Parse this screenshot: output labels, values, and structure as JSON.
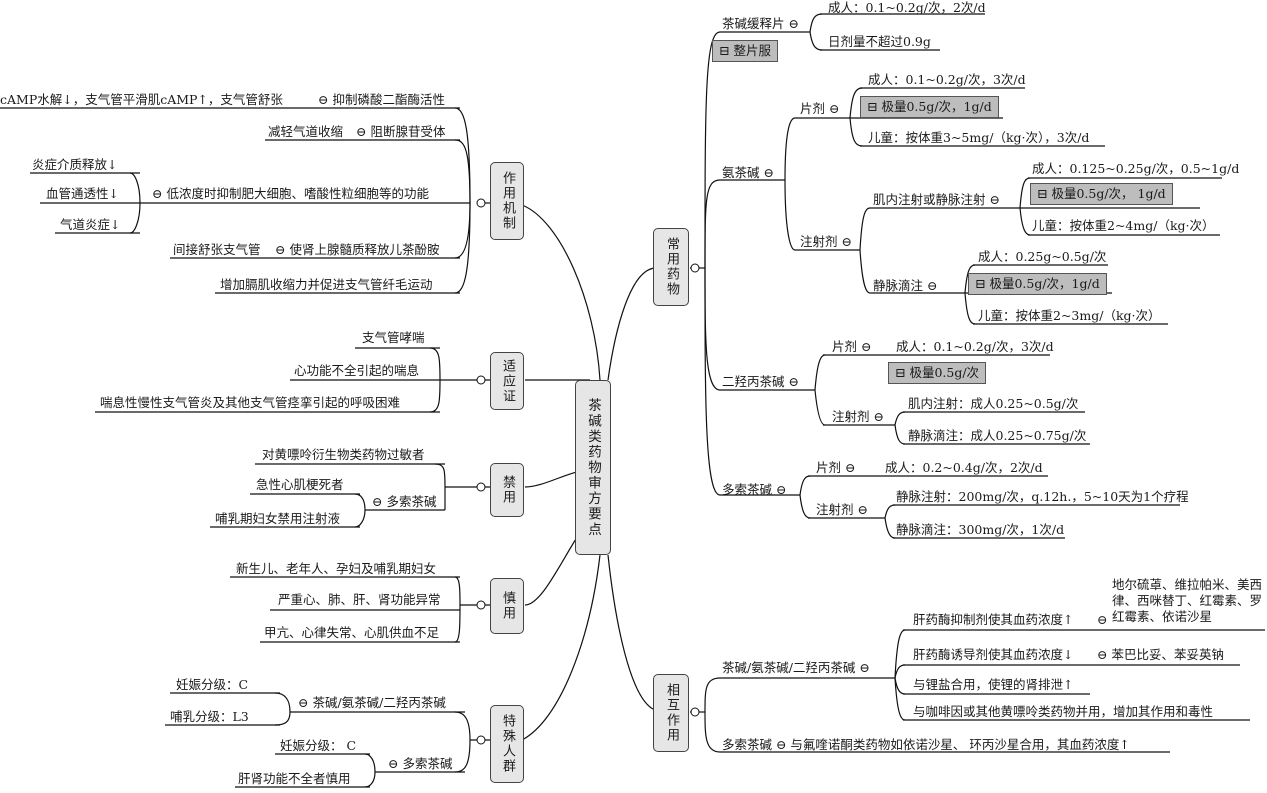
{
  "center": "茶碱类药物审方要点",
  "cats": {
    "mech": "作用机制",
    "ind": "适应证",
    "contra": "禁用",
    "caution": "慎用",
    "special": "特殊人群",
    "drugs": "常用药物",
    "inter": "相互作用"
  },
  "mech": {
    "a1": "cAMP水解↓，支气管平滑肌cAMP↑，支气管舒张",
    "a": "⊖ 抑制磷酸二酯酶活性",
    "b1": "减轻气道收缩",
    "b": "⊖ 阻断腺苷受体",
    "c": "⊖ 低浓度时抑制肥大细胞、嗜酸性粒细胞等的功能",
    "c1": "炎症介质释放↓",
    "c2": "血管通透性↓",
    "c3": "气道炎症↓",
    "d1": "间接舒张支气管",
    "d": "⊖ 使肾上腺髓质释放儿茶酚胺",
    "e": "增加膈肌收缩力并促进支气管纤毛运动"
  },
  "ind": [
    "支气管哮喘",
    "心功能不全引起的喘息",
    "喘息性慢性支气管炎及其他支气管痉挛引起的呼吸困难"
  ],
  "contra": {
    "a": "对黄嘌呤衍生物类药物过敏者",
    "b": "急性心肌梗死者",
    "c": "哺乳期妇女禁用注射液",
    "sub": "⊖ 多索茶碱"
  },
  "caution": [
    "新生儿、老年人、孕妇及哺乳期妇女",
    "严重心、肺、肝、肾功能异常",
    "甲亢、心律失常、心肌供血不足"
  ],
  "special": {
    "g1": "⊖ 茶碱/氨茶碱/二羟丙茶碱",
    "g1a": "妊娠分级：C",
    "g1b": "哺乳分级：L3",
    "g2": "⊖ 多索茶碱",
    "g2a": "妊娠分级： C",
    "g2b": "肝肾功能不全者慎用"
  },
  "drugs": {
    "sr": "茶碱缓释片 ⊖",
    "sr1": "成人：0.1~0.2g/次，2次/d",
    "sr2": "日剂量不超过0.9g",
    "sr3": "⊟ 整片服",
    "am": "氨茶碱 ⊖",
    "amt": "片剂 ⊖",
    "amt1": "成人：0.1~0.2g/次，3次/d",
    "amt2": "⊟ 极量0.5g/次，1g/d",
    "amt3": "儿童：按体重3~5mg/（kg·次），3次/d",
    "ami": "注射剂 ⊖",
    "amim": "肌内注射或静脉注射 ⊖",
    "amim1": "成人：0.125~0.25g/次，0.5~1g/d",
    "amim2": "⊟ 极量0.5g/次， 1g/d",
    "amim3": "儿童：按体重2~4mg/（kg·次）",
    "amiv": "静脉滴注 ⊖",
    "amiv1": "成人：0.25g~0.5g/次",
    "amiv2": "⊟ 极量0.5g/次，1g/d",
    "amiv3": "儿童：按体重2~3mg/（kg·次）",
    "dp": "二羟丙茶碱 ⊖",
    "dpt": "片剂 ⊖",
    "dpt1": "成人：0.1~0.2g/次，3次/d",
    "dpt2": "⊟ 极量0.5g/次",
    "dpi": "注射剂 ⊖",
    "dpi1": "肌内注射：成人0.25~0.5g/次",
    "dpi2": "静脉滴注：成人0.25~0.75g/次",
    "dx": "多索茶碱 ⊖",
    "dxt": "片剂 ⊖",
    "dxt1": "成人：0.2~0.4g/次，2次/d",
    "dxi": "注射剂 ⊖",
    "dxi1": "静脉注射：200mg/次，q.12h.，5~10天为1个疗程",
    "dxi2": "静脉滴注：300mg/次，1次/d"
  },
  "inter": {
    "g": "茶碱/氨茶碱/二羟丙茶碱 ⊖",
    "a": "肝药酶抑制剂使其血药浓度↑",
    "a1": "地尔硫䓬、维拉帕米、美西律、西咪替丁、红霉素、罗红霉素、依诺沙星",
    "a0": "⊖",
    "b": "肝药酶诱导剂使其血药浓度↓",
    "b1": "⊖ 苯巴比妥、苯妥英钠",
    "c": "与锂盐合用，使锂的肾排泄↑",
    "d": "与咖啡因或其他黄嘌呤类药物并用，增加其作用和毒性",
    "e": "多索茶碱 ⊖ 与氟喹诺酮类药物如依诺沙星、 环丙沙星合用，其血药浓度↑"
  }
}
